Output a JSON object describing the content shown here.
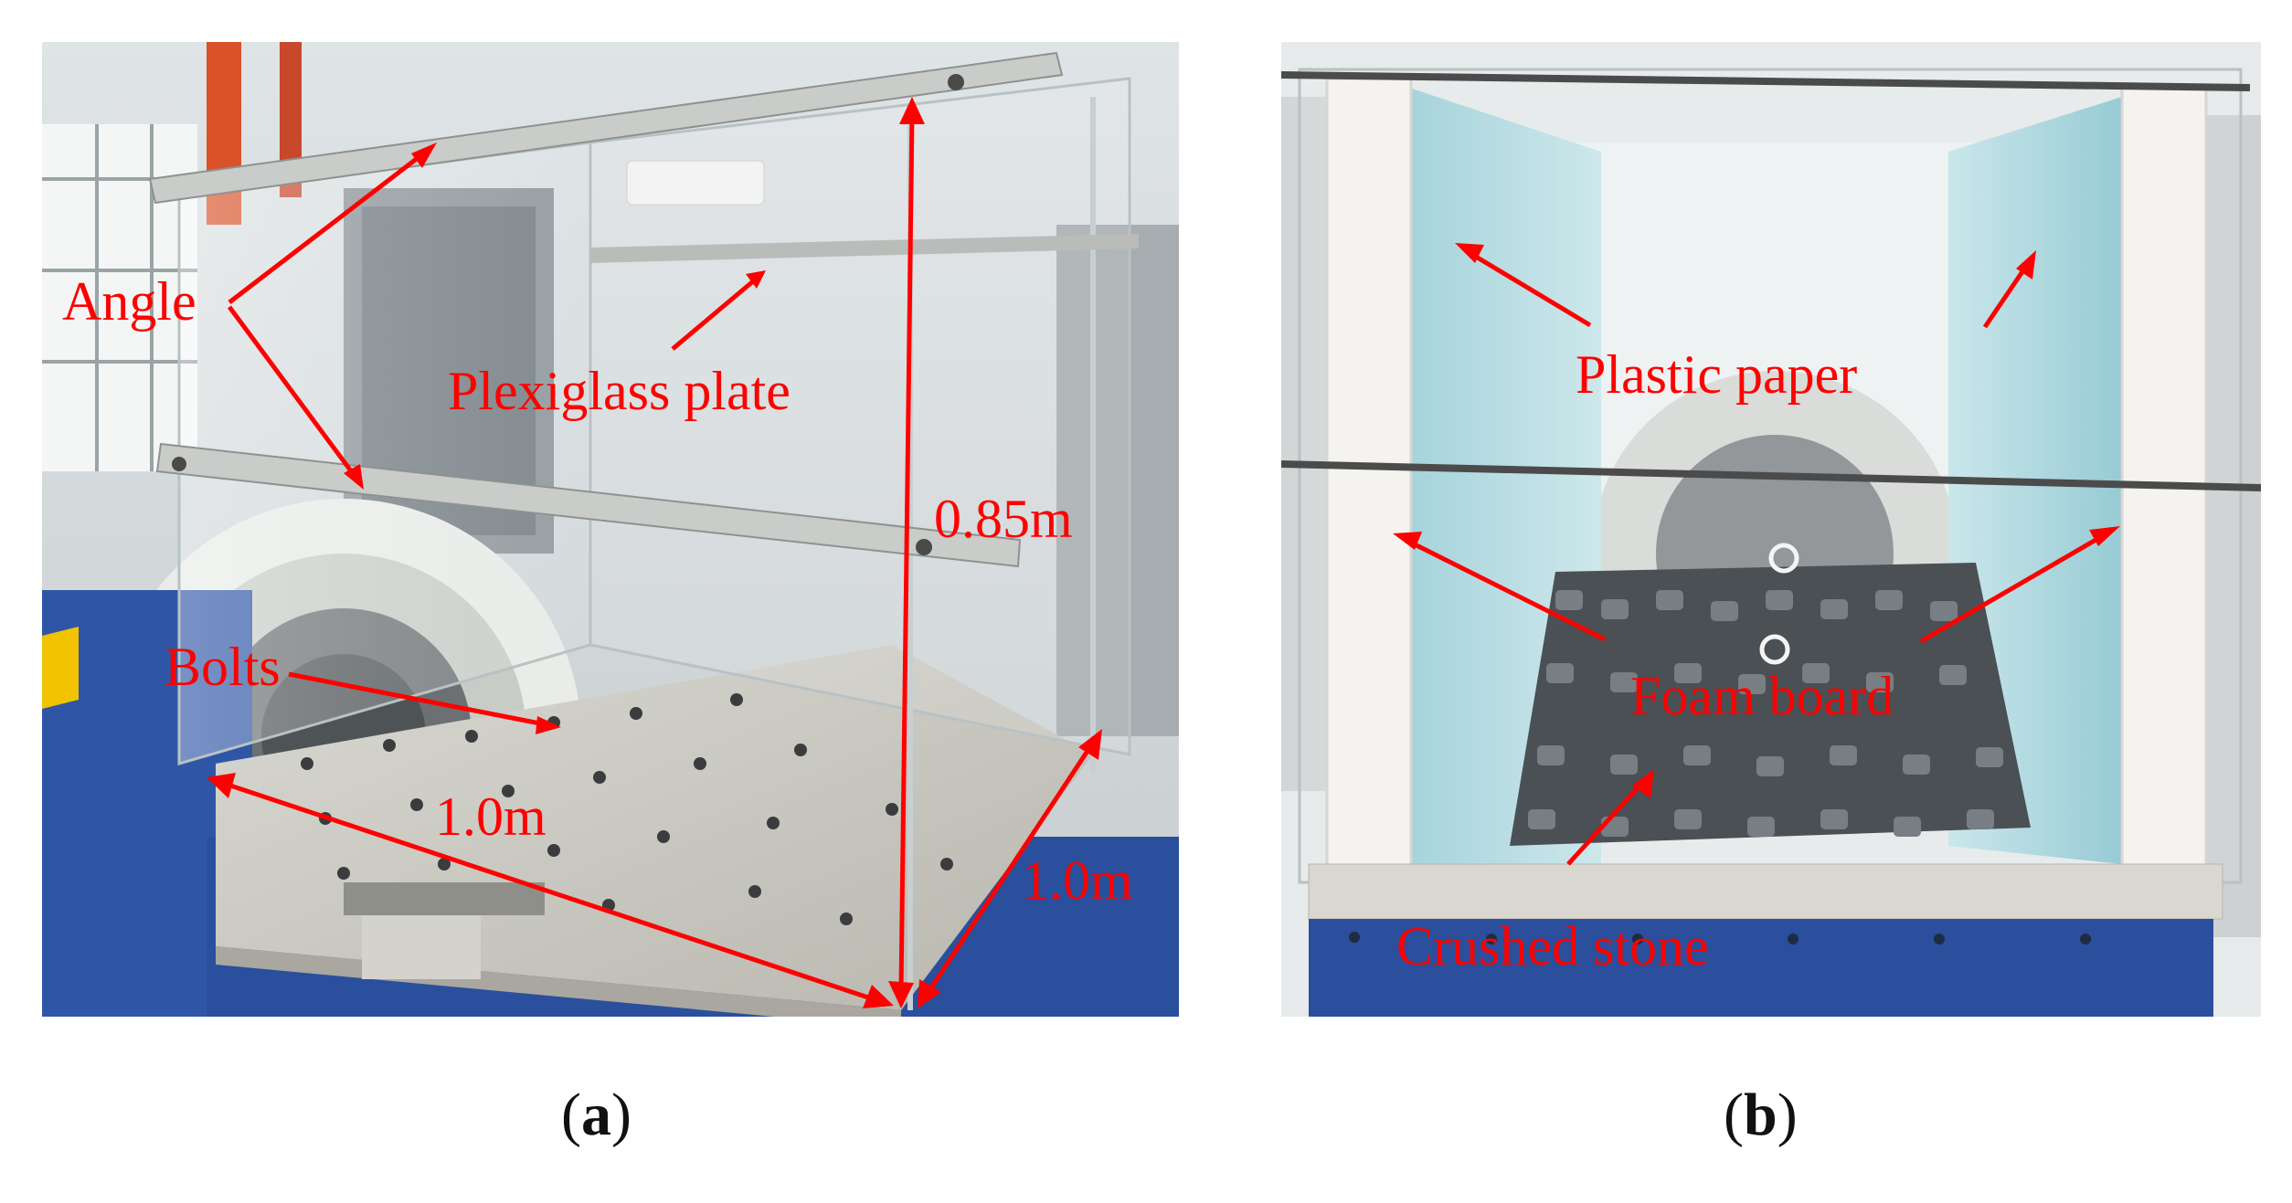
{
  "panels": [
    {
      "id": "a",
      "caption_letter": "a",
      "labels": {
        "angle": "Angle",
        "plexiglass": "Plexiglass plate",
        "height": "0.85m",
        "bolts": "Bolts",
        "width": "1.0m",
        "depth": "1.0m"
      }
    },
    {
      "id": "b",
      "caption_letter": "b",
      "labels": {
        "plastic": "Plastic paper",
        "foam": "Foam board",
        "stone": "Crushed stone"
      }
    }
  ],
  "colors": {
    "annotation": "#ff0000"
  }
}
